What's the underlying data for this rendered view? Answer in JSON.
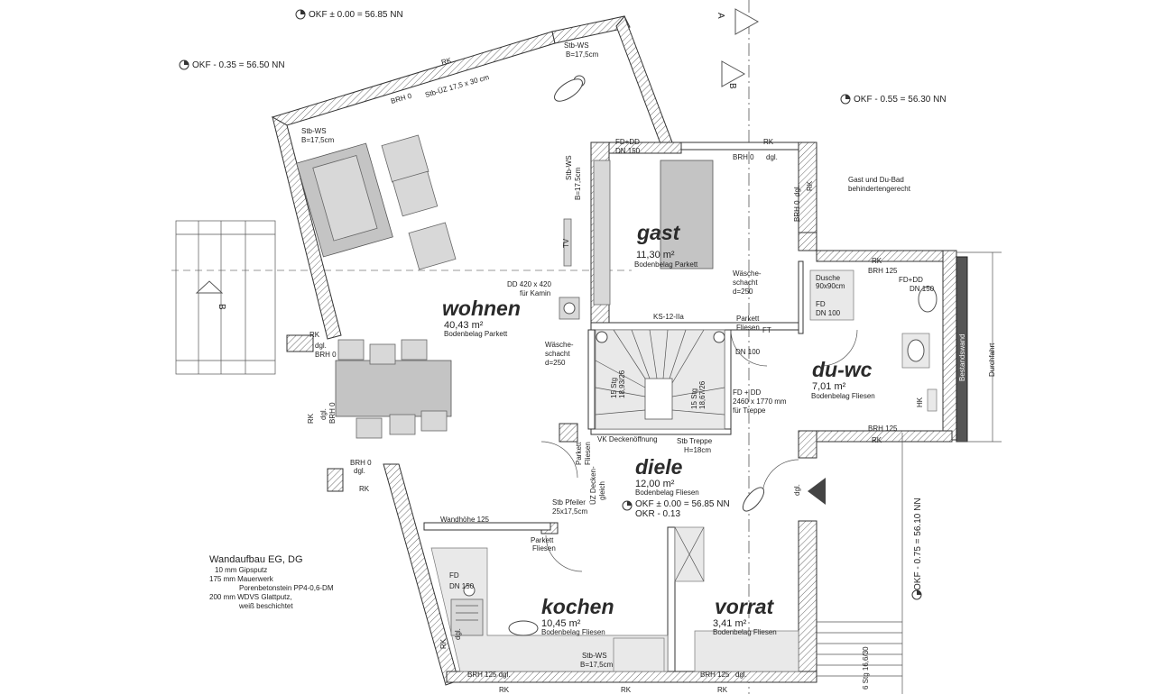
{
  "rooms": {
    "wohnen": {
      "name": "wohnen",
      "area": "40,43 m²",
      "floor": "Bodenbelag Parkett"
    },
    "gast": {
      "name": "gast",
      "area": "11,30 m²",
      "floor": "Bodenbelag Parkett"
    },
    "duwc": {
      "name": "du-wc",
      "area": "7,01 m²",
      "floor": "Bodenbelag Fliesen"
    },
    "diele": {
      "name": "diele",
      "area": "12,00 m²",
      "floor": "Bodenbelag Fliesen",
      "okf": "OKF ± 0.00 = 56.85 NN",
      "okr": "OKR - 0.13"
    },
    "kochen": {
      "name": "kochen",
      "area": "10,45 m²",
      "floor": "Bodenbelag Fliesen"
    },
    "vorrat": {
      "name": "vorrat",
      "area": "3,41 m²",
      "floor": "Bodenbelag Fliesen"
    }
  },
  "levels": {
    "top": "OKF ± 0.00 = 56.85 NN",
    "left": "OKF - 0.35 = 56.50 NN",
    "right": "OKF - 0.55 = 56.30 NN",
    "bottom_right": "OKF - 0.75 = 56.10 NN"
  },
  "section_marks": {
    "a": "A",
    "b": "B"
  },
  "notes": {
    "gast_bad": [
      "Gast und Du-Bad",
      "behindertengerecht"
    ],
    "durchfahrt": "Durchfahrt",
    "bestandswand": "Bestandswand",
    "wandaufbau_title": "Wandaufbau EG, DG",
    "wandaufbau_lines": [
      "10 mm Gipsputz",
      "175 mm Mauerwerk",
      "Porenbetonstein PP4-0,6-DM",
      "200 mm WDVS Glattputz,",
      "weiß beschichtet"
    ]
  },
  "labels": {
    "rk": "RK",
    "brh0": "BRH 0",
    "brh125": "BRH 125",
    "brh125dgl": "BRH 125 dgl.",
    "dgl": "dgl.",
    "brh0dgl": "BRH 0 dgl.",
    "stbws": "Stb-WS",
    "b175": "B=17,5cm",
    "stbuz": "Stb-ÜZ 17,5 x 30 cm",
    "fddd": "FD+DD",
    "dn150": "DN 150",
    "dn100": "DN 100",
    "fd": "FD",
    "dd420": "DD 420 x 420",
    "fuerkamin": "für Kamin",
    "waesche": "Wäsche-",
    "schacht250": "schacht d=250",
    "schacht": "schacht",
    "d250": "d=250",
    "ks12": "KS-12-IIa",
    "parkett": "Parkett",
    "fliesen": "Fliesen",
    "ft": "FT",
    "dusche": "Dusche",
    "dusche_size": "90x90cm",
    "hk": "HK",
    "tv": "TV",
    "stg1": "15 Stg",
    "stg1v": "18,93/26",
    "stg2": "15 Stg",
    "stg2v": "18,67/26",
    "fddd_treppe": "FD + DD",
    "treppe_size": "2460 x 1770 mm",
    "fuertreppe": "für Treppe",
    "vk": "VK Deckenöffnung",
    "stbtreppe": "Stb Treppe",
    "h18": "H=18cm",
    "stbpfeiler": "Stb Pfeiler",
    "pfeiler_size": "25x17,5cm",
    "uz": "ÜZ Decken-",
    "gleich": "gleich",
    "wandhoehe": "Wandhöhe 125",
    "stg_out": "6 Stg 16,6/30"
  }
}
